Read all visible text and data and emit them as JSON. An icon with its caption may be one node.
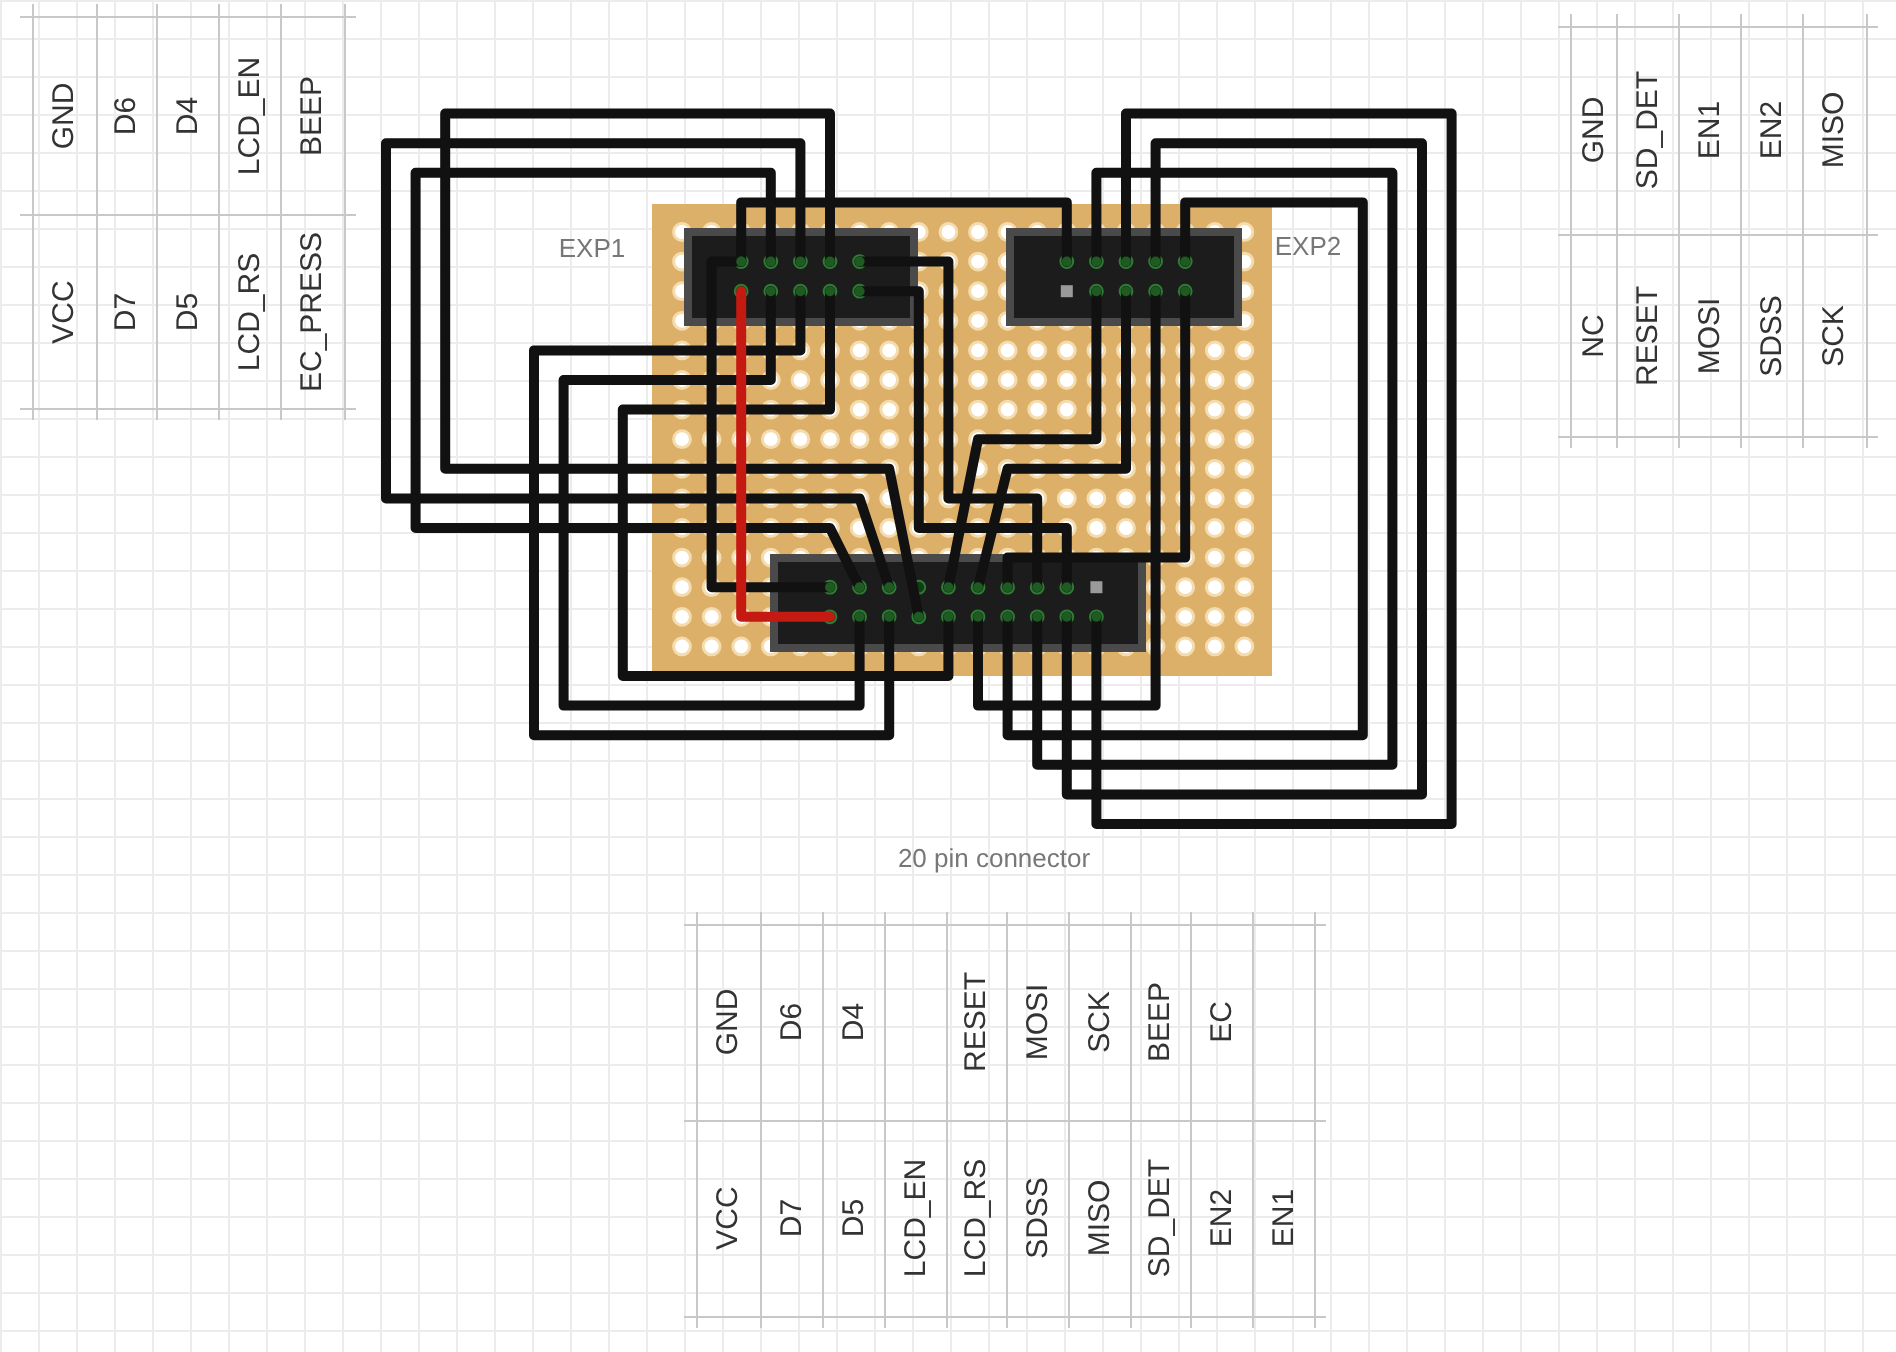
{
  "diagram": {
    "labels": [
      "GND",
      "D6",
      "D4",
      "LCD_EN",
      "BEEP",
      "VCC",
      "D7",
      "D5",
      "LCD_RS",
      "EC_PRESS",
      "EXP1",
      "EXP2",
      "GND",
      "SD_DET",
      "EN1",
      "EN2",
      "MISO",
      "NC",
      "RESET",
      "MOSI",
      "SDSS",
      "SCK",
      "20 pin connector",
      "GND",
      "D6",
      "D4",
      "RESET",
      "MOSI",
      "SCK",
      "BEEP",
      "EC",
      "VCC",
      "D7",
      "D5",
      "LCD_EN",
      "LCD_RS",
      "SDSS",
      "MISO",
      "SD_DET",
      "EN2",
      "EN1"
    ]
  }
}
